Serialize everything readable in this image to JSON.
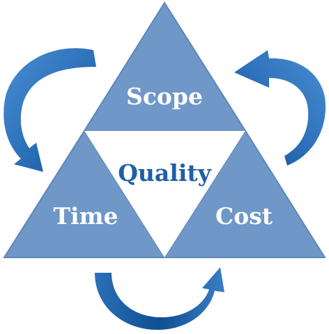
{
  "diagram": {
    "nodes": {
      "top": "Scope",
      "bottom_left": "Time",
      "bottom_right": "Cost",
      "center": "Quality"
    },
    "colors": {
      "triangle_fill": "#6f97c8",
      "triangle_stroke": "#5d86bb",
      "center_fill": "#ffffff",
      "label_text": "#ffffff",
      "center_text": "#1f5fa6",
      "arrow_light": "#3a7fc6",
      "arrow_dark": "#0f4f93"
    },
    "icons": {
      "cycle_arrows": "curved-arrow-icon"
    }
  }
}
